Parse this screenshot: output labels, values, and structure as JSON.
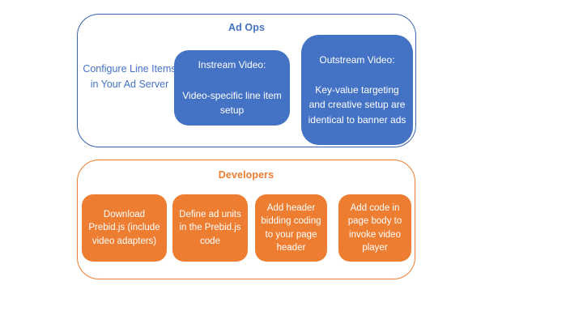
{
  "colors": {
    "blue_fill": "#4472C4",
    "blue_border": "#3B63AE",
    "blue_text": "#4472C4",
    "orange_fill": "#ED7D31",
    "orange_border": "#ED7D31",
    "orange_text": "#ED7D31",
    "box_text_color": "#FFFFFF",
    "background": "#FFFFFF"
  },
  "ad_ops": {
    "title": "Ad Ops",
    "side_note": "Configure Line Items in Your Ad Server",
    "boxes": [
      {
        "text": "Instream Video:\n\nVideo-specific line item setup"
      },
      {
        "text": "Outstream Video:\n\nKey-value targeting and creative setup are identical to banner ads"
      }
    ]
  },
  "developers": {
    "title": "Developers",
    "boxes": [
      {
        "text": "Download Prebid.js (include video adapters)"
      },
      {
        "text": "Define ad units in the Prebid.js code"
      },
      {
        "text": "Add header bidding coding to your page header"
      },
      {
        "text": "Add code in page body to invoke video player"
      }
    ]
  }
}
